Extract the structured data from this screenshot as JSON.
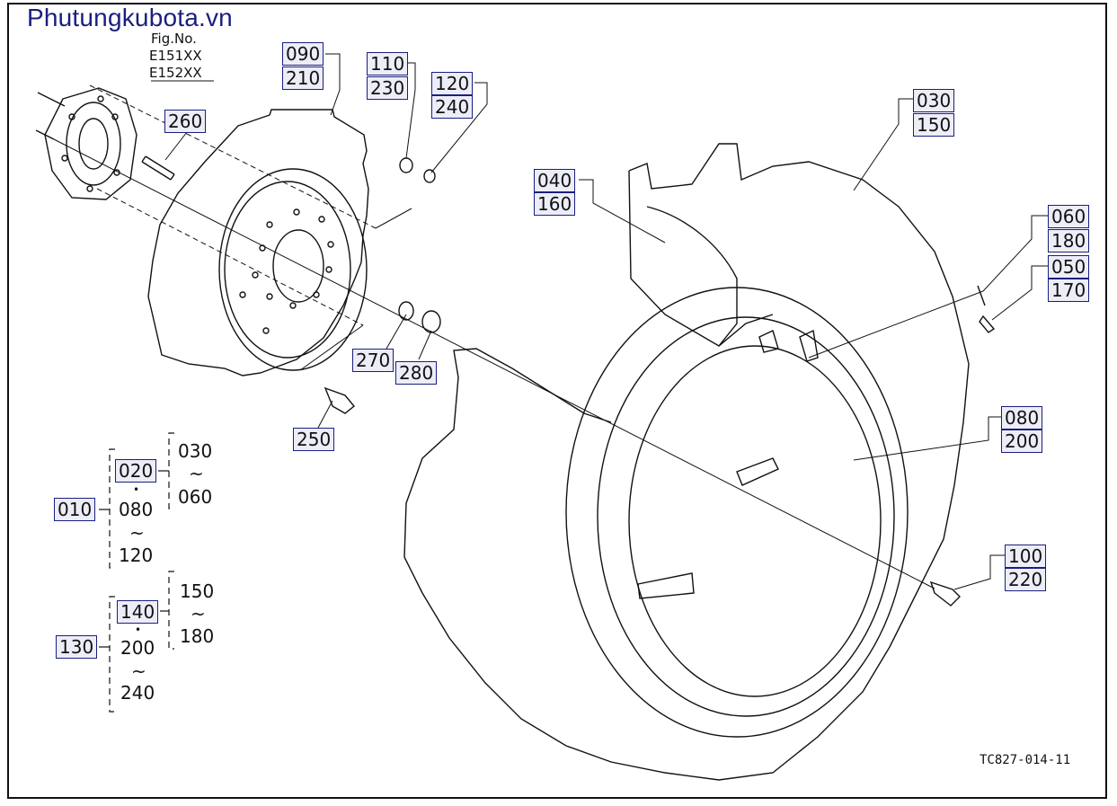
{
  "brand": "Phutungkubota.vn",
  "figure": {
    "label": "Fig.No.",
    "codes": [
      "E151XX",
      "E152XX"
    ]
  },
  "drawing_code": "TC827-014-11",
  "callouts": {
    "p090": "090",
    "p210": "210",
    "p110": "110",
    "p230": "230",
    "p120": "120",
    "p240": "240",
    "p260": "260",
    "p030": "030",
    "p150": "150",
    "p040": "040",
    "p160": "160",
    "p060": "060",
    "p180": "180",
    "p050": "050",
    "p170": "170",
    "p270": "270",
    "p280": "280",
    "p250": "250",
    "p080": "080",
    "p200": "200",
    "p100": "100",
    "p220": "220"
  },
  "assembly": {
    "a010": "010",
    "a020": "020",
    "a030": "030",
    "tilde1": "~",
    "a060": "060",
    "dot1": "•",
    "a080": "080",
    "tilde2": "~",
    "a120": "120",
    "a130": "130",
    "a140": "140",
    "a150": "150",
    "tilde3": "~",
    "a180": "180",
    "dot2": "•",
    "a200": "200",
    "tilde4": "~",
    "a240": "240"
  }
}
